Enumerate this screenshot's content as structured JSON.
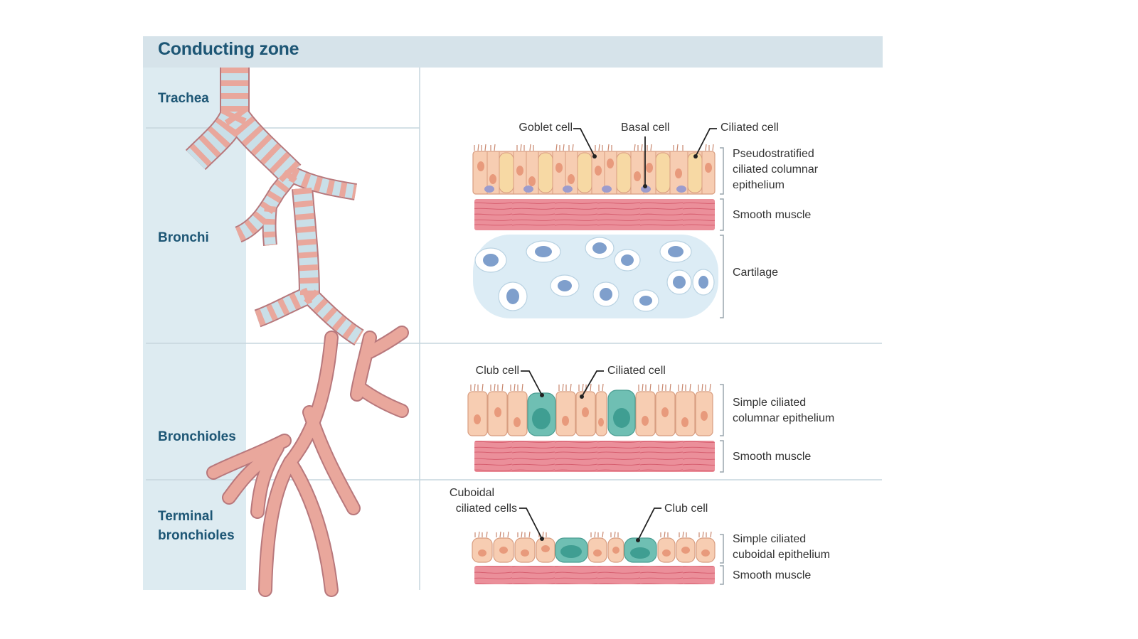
{
  "header": {
    "title": "Conducting zone"
  },
  "zones": {
    "trachea": "Trachea",
    "bronchi": "Bronchi",
    "bronchioles": "Bronchioles",
    "terminal_line1": "Terminal",
    "terminal_line2": "bronchioles"
  },
  "bronchi_panel": {
    "goblet_cell": "Goblet cell",
    "basal_cell": "Basal cell",
    "ciliated_cell": "Ciliated cell",
    "epithelium_line1": "Pseudostratified",
    "epithelium_line2": "ciliated columnar",
    "epithelium_line3": "epithelium",
    "smooth_muscle": "Smooth muscle",
    "cartilage": "Cartilage"
  },
  "bronchioles_panel": {
    "club_cell": "Club cell",
    "ciliated_cell": "Ciliated cell",
    "epithelium_line1": "Simple ciliated",
    "epithelium_line2": "columnar epithelium",
    "smooth_muscle": "Smooth muscle"
  },
  "terminal_panel": {
    "cuboidal_line1": "Cuboidal",
    "cuboidal_line2": "ciliated cells",
    "club_cell": "Club cell",
    "epithelium_line1": "Simple ciliated",
    "epithelium_line2": "cuboidal epithelium",
    "smooth_muscle": "Smooth muscle"
  },
  "colors": {
    "header_bg": "#d6e3ea",
    "sidebar_bg": "#ddebf1",
    "title_text": "#1d5675",
    "airway_pink": "#e9a79c",
    "cartilage_ring": "#c9dfe8",
    "cell_peach": "#f7cdb2",
    "goblet_yellow": "#f7d9a4",
    "basal_purple": "#9c9ccd",
    "club_teal": "#6fbfb3",
    "muscle_red": "#e7808c",
    "cartilage_blue": "#dcecf5",
    "chondrocyte_nucleus": "#7f9fcc"
  }
}
